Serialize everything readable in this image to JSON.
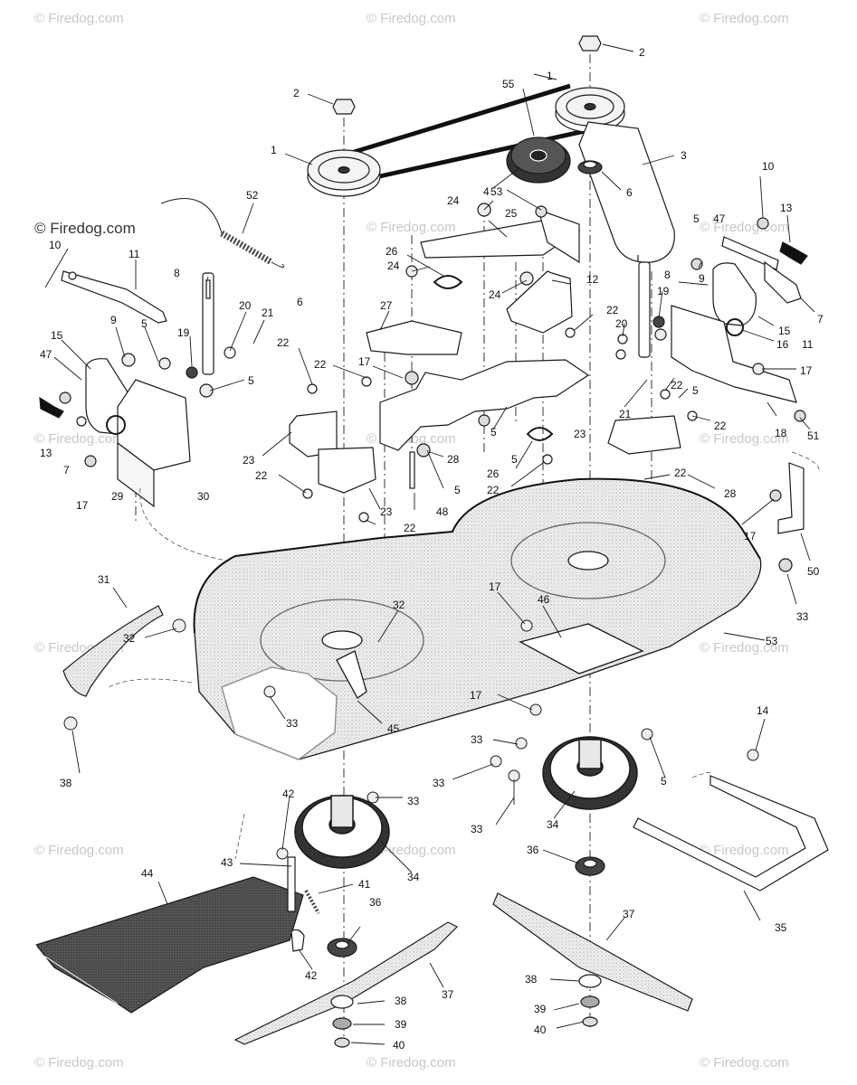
{
  "watermark": "© Firedog.com",
  "callouts": {
    "n1": "1",
    "n2": "2",
    "n3": "3",
    "n4": "4",
    "n5": "5",
    "n6": "6",
    "n7": "7",
    "n8": "8",
    "n9": "9",
    "n10": "10",
    "n11": "11",
    "n12": "12",
    "n13": "13",
    "n14": "14",
    "n15": "15",
    "n16": "16",
    "n17": "17",
    "n18": "18",
    "n19": "19",
    "n20": "20",
    "n21": "21",
    "n22": "22",
    "n23": "23",
    "n24": "24",
    "n25": "25",
    "n26": "26",
    "n27": "27",
    "n28": "28",
    "n29": "29",
    "n30": "30",
    "n31": "31",
    "n32": "32",
    "n33": "33",
    "n34": "34",
    "n35": "35",
    "n36": "36",
    "n37": "37",
    "n38": "38",
    "n39": "39",
    "n40": "40",
    "n41": "41",
    "n42": "42",
    "n43": "43",
    "n44": "44",
    "n45": "45",
    "n46": "46",
    "n47": "47",
    "n48": "48",
    "n50": "50",
    "n51": "51",
    "n52": "52",
    "n53": "53",
    "n55": "55"
  },
  "colors": {
    "line": "#1a1a1a",
    "deck_fill": "#e6e6e6",
    "dark_part": "#2a2a2a",
    "watermark": "#c8c8c8"
  }
}
